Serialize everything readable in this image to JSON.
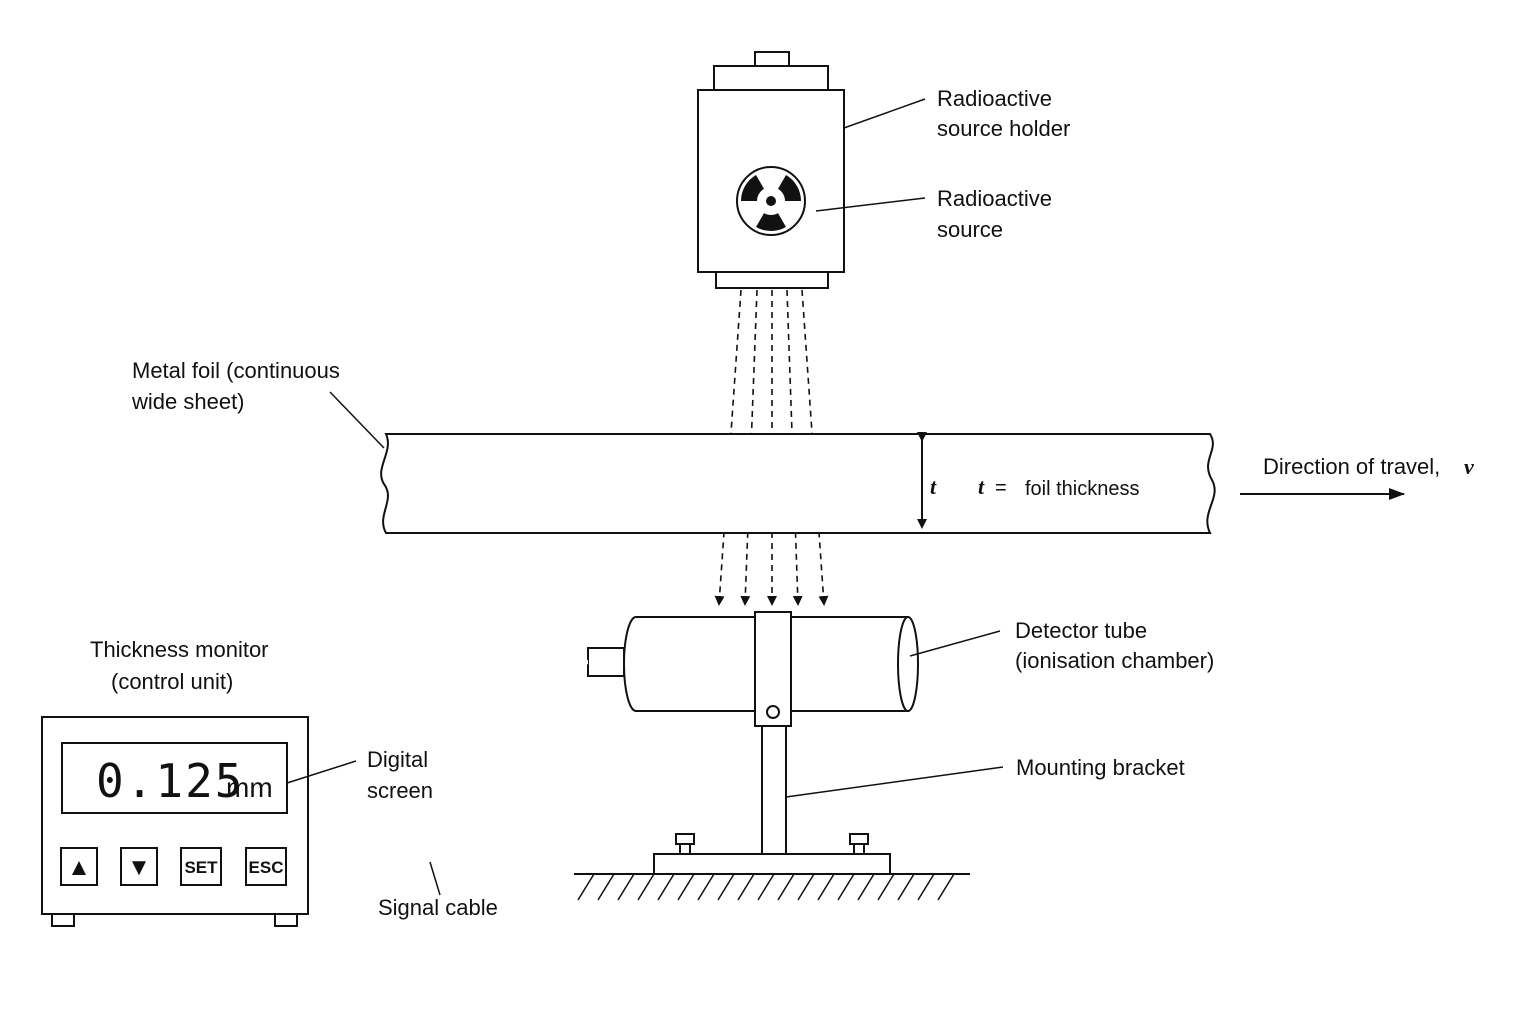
{
  "labels": {
    "source_holder_line1": "Radioactive",
    "source_holder_line2": "source holder",
    "source_line1": "Radioactive",
    "source_line2": "source",
    "foil_line1": "Metal foil (continuous",
    "foil_line2": "wide sheet)",
    "thickness_symbol": "t",
    "thickness_eq_symbol": "t",
    "thickness_eq": "=",
    "thickness_desc": "foil thickness",
    "direction": "Direction of travel,",
    "direction_symbol": "v",
    "detector_line1": "Detector tube",
    "detector_line2": "(ionisation chamber)",
    "bracket": "Mounting bracket",
    "monitor_line1": "Thickness monitor",
    "monitor_line2": "(control unit)",
    "screen_line1": "Digital",
    "screen_line2": "screen",
    "cable": "Signal cable"
  },
  "display": {
    "value": "0.125",
    "unit": "mm"
  },
  "keys": {
    "up": "▲",
    "down": "▼",
    "set": "SET",
    "esc": "ESC"
  }
}
